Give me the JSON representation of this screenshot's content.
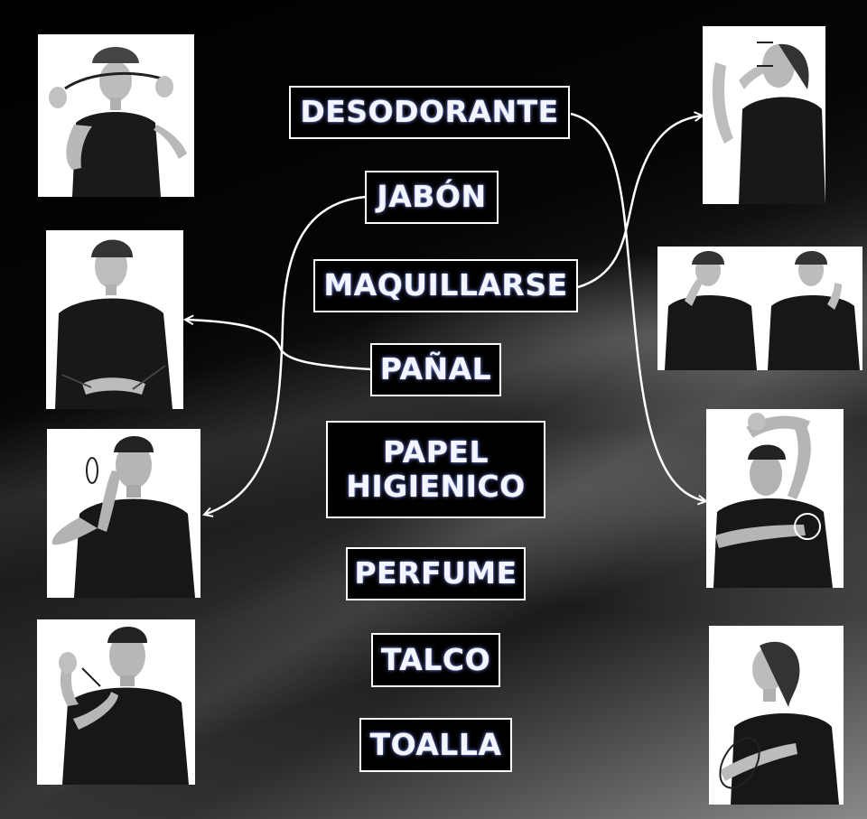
{
  "words": [
    {
      "id": "desodorante",
      "label": "DESODORANTE"
    },
    {
      "id": "jabon",
      "label": "JABÓN"
    },
    {
      "id": "maquillarse",
      "label": "MAQUILLARSE"
    },
    {
      "id": "panal",
      "label": "PAÑAL"
    },
    {
      "id": "papel_higienico",
      "line1": "PAPEL",
      "line2": "HIGIENICO"
    },
    {
      "id": "perfume",
      "label": "PERFUME"
    },
    {
      "id": "talco",
      "label": "TALCO"
    },
    {
      "id": "toalla",
      "label": "TOALLA"
    }
  ],
  "photos": [
    {
      "id": "left-1",
      "desc": "woman-arms-out-sign"
    },
    {
      "id": "left-2",
      "desc": "woman-hands-low-sign"
    },
    {
      "id": "left-3",
      "desc": "man-hand-at-ear-sign"
    },
    {
      "id": "left-4",
      "desc": "man-hand-raised-sign"
    },
    {
      "id": "right-1",
      "desc": "woman-hand-at-face-sign"
    },
    {
      "id": "right-2",
      "desc": "two-women-makeup-sign"
    },
    {
      "id": "right-3",
      "desc": "man-arm-raised-sign"
    },
    {
      "id": "right-4",
      "desc": "woman-circle-motion-sign"
    }
  ],
  "colors": {
    "line": "#ffffff",
    "box_border": "#ffffff",
    "text_glow": "#8ea0ff"
  }
}
